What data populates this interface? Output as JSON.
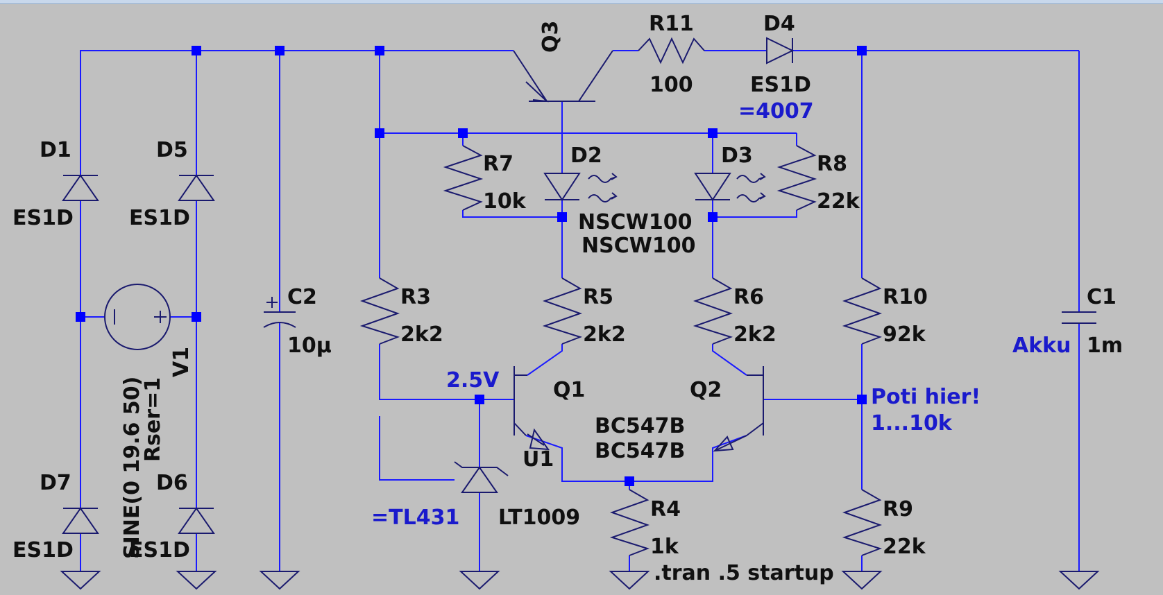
{
  "components": {
    "D1": {
      "ref": "D1",
      "value": "ES1D"
    },
    "D5": {
      "ref": "D5",
      "value": "ES1D"
    },
    "D7": {
      "ref": "D7",
      "value": "ES1D"
    },
    "D6": {
      "ref": "D6",
      "value": "ES1D"
    },
    "V1": {
      "ref": "V1",
      "value": "SINE(0 19.6 50)",
      "param": "Rser=1"
    },
    "C2": {
      "ref": "C2",
      "value": "10µ"
    },
    "R3": {
      "ref": "R3",
      "value": "2k2"
    },
    "Q3": {
      "ref": "Q3"
    },
    "R11": {
      "ref": "R11",
      "value": "100"
    },
    "D4": {
      "ref": "D4",
      "value": "ES1D",
      "note": "=4007"
    },
    "R7": {
      "ref": "R7",
      "value": "10k"
    },
    "D2": {
      "ref": "D2",
      "value": "NSCW100"
    },
    "D3": {
      "ref": "D3",
      "value": "NSCW100"
    },
    "R8": {
      "ref": "R8",
      "value": "22k"
    },
    "R5": {
      "ref": "R5",
      "value": "2k2"
    },
    "R6": {
      "ref": "R6",
      "value": "2k2"
    },
    "R10": {
      "ref": "R10",
      "value": "92k"
    },
    "C1": {
      "ref": "C1",
      "value": "1m",
      "note": "Akku"
    },
    "Q1": {
      "ref": "Q1",
      "value": "BC547B"
    },
    "Q2": {
      "ref": "Q2",
      "value": "BC547B"
    },
    "U1": {
      "ref": "U1",
      "value": "LT1009",
      "note": "=TL431"
    },
    "R4": {
      "ref": "R4",
      "value": "1k"
    },
    "R9": {
      "ref": "R9",
      "value": "22k"
    }
  },
  "net_labels": {
    "vref": "2.5V",
    "poti_1": "Poti hier!",
    "poti_2": "1...10k"
  },
  "directive": ".tran .5 startup",
  "colors": {
    "background": "#c0c0c0",
    "wire": "#1a1aff",
    "symbol": "#1a1a6e",
    "annotation": "#1a1acc"
  }
}
